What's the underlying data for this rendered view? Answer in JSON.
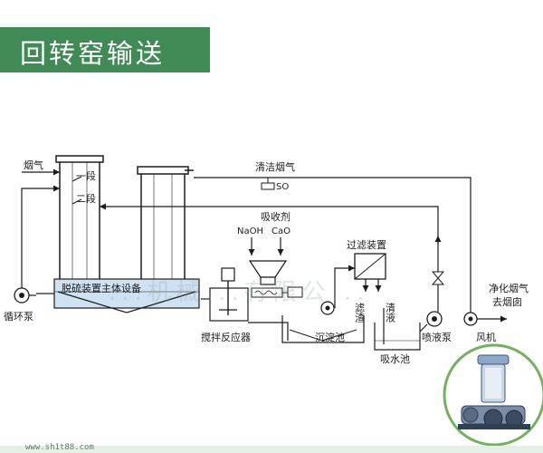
{
  "banner": {
    "title": "回转窑输送"
  },
  "labels": {
    "flue_gas": "烟气",
    "stage_one": "一段",
    "stage_two": "二段",
    "clean_flue_gas": "清洁烟气",
    "so": "SO",
    "absorbent": "吸收剂",
    "naoh": "NaOH",
    "cao": "CaO",
    "filter_device": "过滤装置",
    "main_equipment": "脱硫装置主体设备",
    "filter_residue": "滤渣",
    "clear_liquid": "清液",
    "purified_gas": "净化烟气",
    "to_chimney": "去烟囱",
    "circulation_pump": "循环泵",
    "stirred_reactor": "搅拌反应器",
    "settling_tank": "沉淀池",
    "spray_pump": "喷液泵",
    "fan": "风机",
    "absorption_tank": "吸水池"
  },
  "watermark": "...机械...有限公...",
  "footer": {
    "url": "www.sh1t88.com"
  },
  "colors": {
    "banner": "#3f8a55",
    "line": "#1c1c1c",
    "water": "#7fb0e0"
  }
}
